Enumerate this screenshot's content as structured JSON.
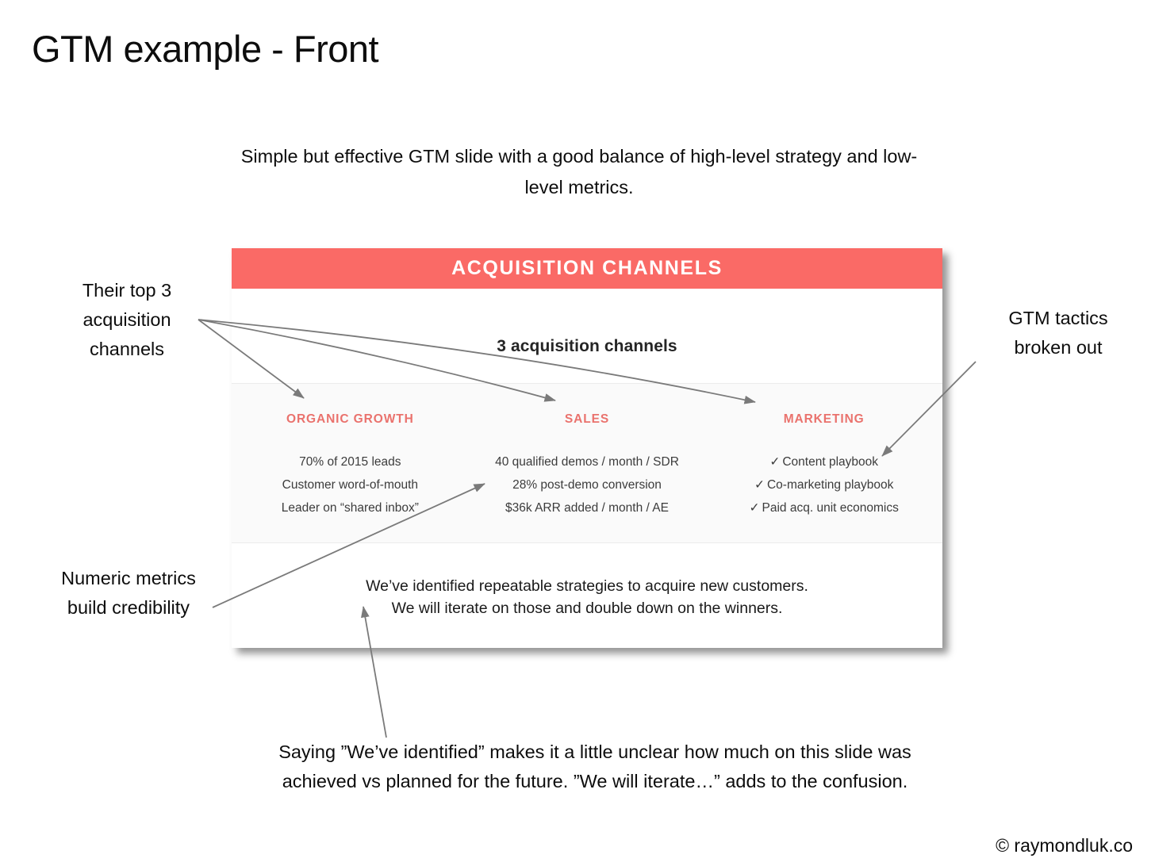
{
  "page": {
    "title": "GTM example - Front",
    "subtitle": "Simple but effective GTM slide with a good balance of high-level strategy and low-level metrics.",
    "copyright": "© raymondluk.co",
    "background_color": "#ffffff"
  },
  "slide": {
    "banner_title": "ACQUISITION CHANNELS",
    "banner_color": "#fa6a66",
    "subheading": "3 acquisition channels",
    "band_color": "#fafafa",
    "column_heading_color": "#ea726d",
    "columns": [
      {
        "heading": "ORGANIC GROWTH",
        "items": [
          "70% of 2015 leads",
          "Customer word-of-mouth",
          "Leader on “shared inbox”"
        ],
        "checkmarks": false
      },
      {
        "heading": "SALES",
        "items": [
          "40 qualified demos / month / SDR",
          "28% post-demo conversion",
          "$36k ARR added / month / AE"
        ],
        "checkmarks": false
      },
      {
        "heading": "MARKETING",
        "items": [
          "Content playbook",
          "Co-marketing playbook",
          "Paid acq. unit economics"
        ],
        "checkmarks": true,
        "check_glyph": "✓"
      }
    ],
    "footer_line_1": "We’ve identified repeatable strategies to acquire new customers.",
    "footer_line_2": "We will iterate on those and double down on the winners."
  },
  "annotations": {
    "top_left": "Their top 3 acquisition channels",
    "top_right": "GTM tactics broken out",
    "mid_left": "Numeric metrics build credibility",
    "bottom": "Saying ”We’ve identified” makes it a little unclear how much on this slide was achieved vs planned for the future. ”We will iterate…” adds to the confusion.",
    "arrow_color": "#7a7a7a"
  }
}
